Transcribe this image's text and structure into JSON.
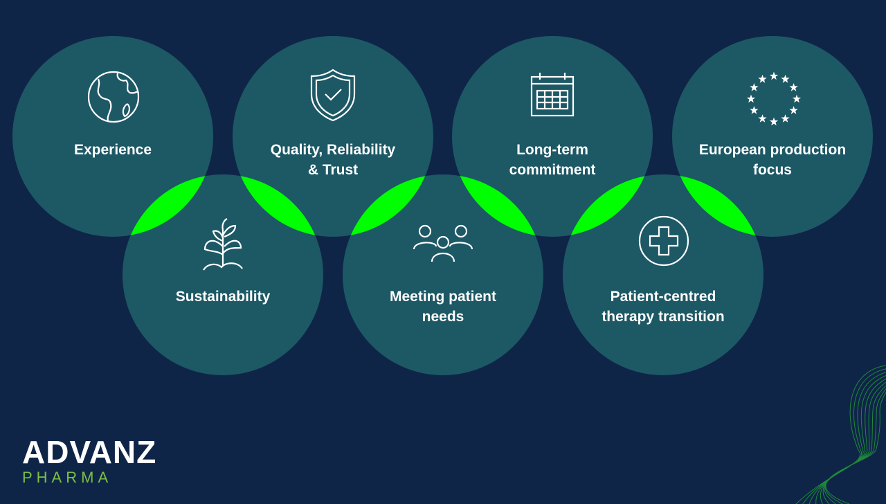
{
  "colors": {
    "background": "#0f2548",
    "circle": "#1d5865",
    "overlap": "#00ff00",
    "brand_green": "#7ac142"
  },
  "values": [
    {
      "label": "Experience",
      "icon": "globe-icon"
    },
    {
      "label": "Quality, Reliability & Trust",
      "icon": "shield-check-icon"
    },
    {
      "label": "Long-term commitment",
      "icon": "calendar-icon"
    },
    {
      "label": "European production focus",
      "icon": "eu-stars-icon"
    },
    {
      "label": "Sustainability",
      "icon": "plant-icon"
    },
    {
      "label": "Meeting patient needs",
      "icon": "people-icon"
    },
    {
      "label": "Patient-centred therapy transition",
      "icon": "medical-cross-icon"
    }
  ],
  "logo": {
    "main": "ADVANZ",
    "sub": "PHARMA"
  }
}
